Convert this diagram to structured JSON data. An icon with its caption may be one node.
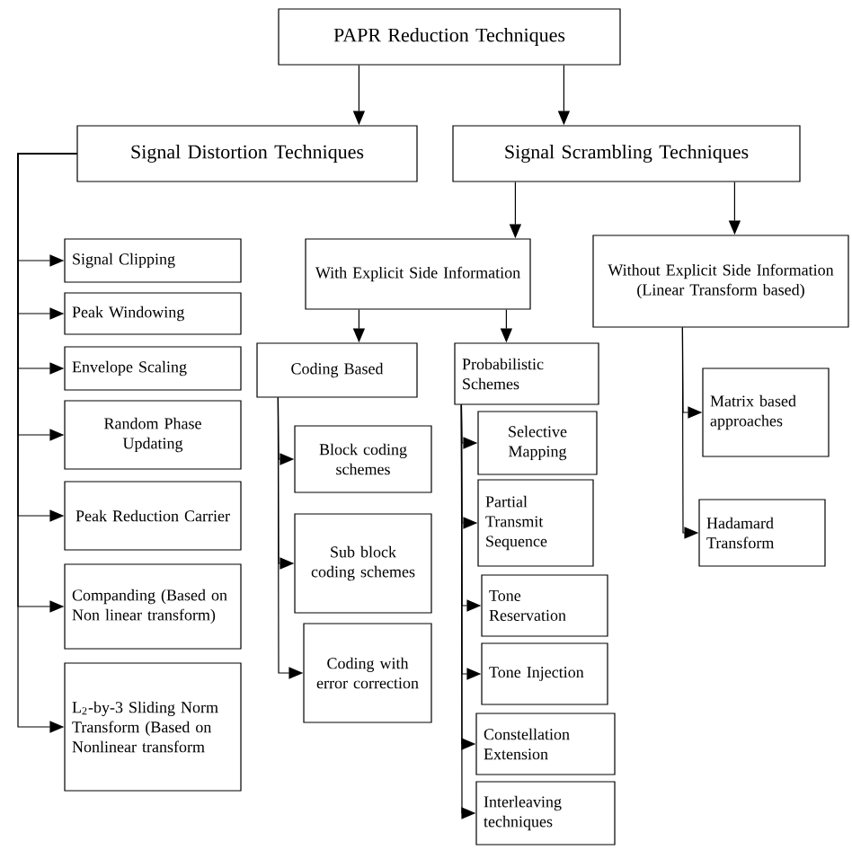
{
  "diagram": {
    "nodes": [
      {
        "text": [
          "PAPR Reduction Techniques"
        ]
      },
      {
        "text": [
          "Signal Distortion Techniques"
        ]
      },
      {
        "text": [
          "Signal Scrambling Techniques"
        ]
      },
      {
        "text": [
          "Signal Clipping"
        ]
      },
      {
        "text": [
          "Peak Windowing"
        ]
      },
      {
        "text": [
          "Envelope Scaling"
        ]
      },
      {
        "text": [
          "Random Phase Updating"
        ]
      },
      {
        "text": [
          "Peak Reduction Carrier"
        ]
      },
      {
        "text": [
          "Companding (Based on Non linear transform)"
        ]
      },
      {
        "text": [
          "L$_{2}$-by-3 Sliding Norm Transform (Based on Nonlinear transform"
        ]
      },
      {
        "text": [
          "With Explicit Side Information"
        ]
      },
      {
        "text": [
          "Without Explicit Side Information (Linear Transform based)"
        ]
      },
      {
        "text": [
          "Coding Based"
        ]
      },
      {
        "text": [
          "Probabilistic Schemes"
        ]
      },
      {
        "text": [
          "Block coding schemes"
        ]
      },
      {
        "text": [
          "Sub block coding schemes"
        ]
      },
      {
        "text": [
          "Coding with error correction"
        ]
      },
      {
        "text": [
          "Selective Mapping"
        ]
      },
      {
        "text": [
          "Partial Transmit Sequence"
        ]
      },
      {
        "text": [
          "Tone Reservation"
        ]
      },
      {
        "text": [
          "Tone Injection"
        ]
      },
      {
        "text": [
          "Constellation Extension"
        ]
      },
      {
        "text": [
          "Interleaving techniques"
        ]
      },
      {
        "text": [
          "Matrix based approaches"
        ]
      },
      {
        "text": [
          "Hadamard Transform"
        ]
      }
    ],
    "edges": [
      {
        "from": 0,
        "to": 1,
        "arrow": "to"
      },
      {
        "from": 0,
        "to": 2,
        "arrow": "to"
      },
      {
        "from": 1,
        "to": 3,
        "arrow": "to"
      },
      {
        "from": 1,
        "to": 4,
        "arrow": "to"
      },
      {
        "from": 1,
        "to": 5,
        "arrow": "to"
      },
      {
        "from": 1,
        "to": 6,
        "arrow": "to"
      },
      {
        "from": 1,
        "to": 7,
        "arrow": "to"
      },
      {
        "from": 1,
        "to": 8,
        "arrow": "to"
      },
      {
        "from": 1,
        "to": 9,
        "arrow": "to"
      },
      {
        "from": 2,
        "to": 10,
        "arrow": "to"
      },
      {
        "from": 2,
        "to": 11,
        "arrow": "to"
      },
      {
        "from": 10,
        "to": 12,
        "arrow": "to"
      },
      {
        "from": 10,
        "to": 13,
        "arrow": "to"
      },
      {
        "from": 12,
        "to": 14,
        "arrow": "to"
      },
      {
        "from": 12,
        "to": 15,
        "arrow": "to"
      },
      {
        "from": 12,
        "to": 16,
        "arrow": "to"
      },
      {
        "from": 13,
        "to": 17,
        "arrow": "to"
      },
      {
        "from": 13,
        "to": 18,
        "arrow": "to"
      },
      {
        "from": 13,
        "to": 19,
        "arrow": "to"
      },
      {
        "from": 13,
        "to": 20,
        "arrow": "to"
      },
      {
        "from": 13,
        "to": 21,
        "arrow": "to"
      },
      {
        "from": 13,
        "to": 22,
        "arrow": "to"
      },
      {
        "from": 11,
        "to": 23,
        "arrow": "to"
      },
      {
        "from": 11,
        "to": 24,
        "arrow": "to"
      }
    ]
  }
}
